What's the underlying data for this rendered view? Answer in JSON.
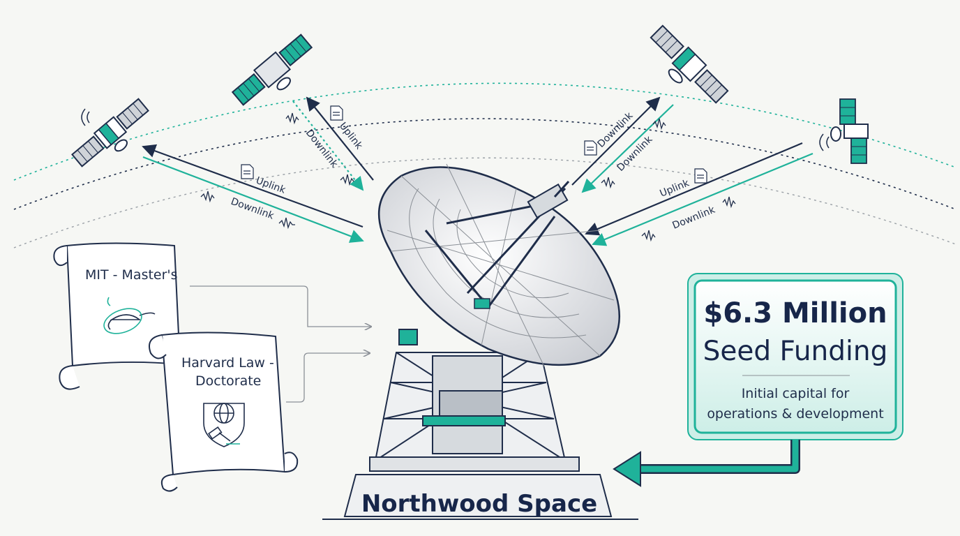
{
  "links": {
    "uplink": "Uplink",
    "downlink": "Downlink"
  },
  "credentials": {
    "mit": "MIT - Master's",
    "harvard_line1": "Harvard Law -",
    "harvard_line2": "Doctorate"
  },
  "funding": {
    "amount": "$6.3 Million",
    "label": "Seed Funding",
    "desc_line1": "Initial capital for",
    "desc_line2": "operations & development"
  },
  "company": "Northwood Space",
  "colors": {
    "navy": "#1f2d4a",
    "teal": "#1fb29a",
    "paper": "#f6f7f4"
  }
}
